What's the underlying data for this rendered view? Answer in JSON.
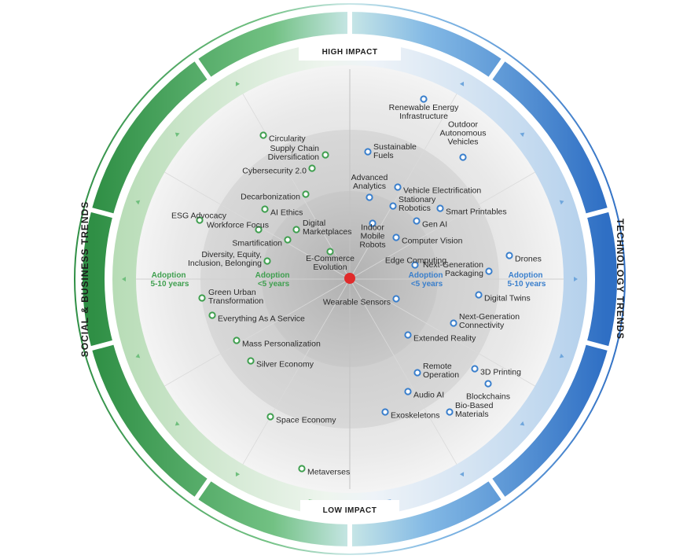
{
  "headers": {
    "high_impact": "HIGH IMPACT",
    "low_impact": "LOW IMPACT",
    "left_side": "SOCIAL & BUSINESS TRENDS",
    "right_side": "TECHNOLOGY TRENDS"
  },
  "adoption": {
    "left_outer": [
      "Adoption",
      "5-10 years"
    ],
    "left_inner": [
      "Adoption",
      "<5 years"
    ],
    "right_inner": [
      "Adoption",
      "<5 years"
    ],
    "right_outer": [
      "Adoption",
      "5-10 years"
    ]
  },
  "colors": {
    "social": "#3f9f4f",
    "technology": "#3a7fcc",
    "center": "#e02b2b"
  },
  "trends": [
    {
      "lines": [
        "Circularity"
      ],
      "category": "social"
    },
    {
      "lines": [
        "Supply Chain",
        "Diversification"
      ],
      "category": "social"
    },
    {
      "lines": [
        "Cybersecurity 2.0"
      ],
      "category": "social"
    },
    {
      "lines": [
        "Decarbonization"
      ],
      "category": "social"
    },
    {
      "lines": [
        "AI Ethics"
      ],
      "category": "social"
    },
    {
      "lines": [
        "ESG Advocacy"
      ],
      "category": "social"
    },
    {
      "lines": [
        "Workforce Focus"
      ],
      "category": "social"
    },
    {
      "lines": [
        "Digital",
        "Marketplaces"
      ],
      "category": "social"
    },
    {
      "lines": [
        "Smartification"
      ],
      "category": "social"
    },
    {
      "lines": [
        "Diversity, Equity,",
        "Inclusion, Belonging"
      ],
      "category": "social"
    },
    {
      "lines": [
        "E-Commerce",
        "Evolution"
      ],
      "category": "social"
    },
    {
      "lines": [
        "Green Urban",
        "Transformation"
      ],
      "category": "social"
    },
    {
      "lines": [
        "Everything As A Service"
      ],
      "category": "social"
    },
    {
      "lines": [
        "Mass Personalization"
      ],
      "category": "social"
    },
    {
      "lines": [
        "Silver Economy"
      ],
      "category": "social"
    },
    {
      "lines": [
        "Space Economy"
      ],
      "category": "social"
    },
    {
      "lines": [
        "Metaverses"
      ],
      "category": "social"
    },
    {
      "lines": [
        "Renewable Energy",
        "Infrastructure"
      ],
      "category": "technology"
    },
    {
      "lines": [
        "Outdoor",
        "Autonomous",
        "Vehicles"
      ],
      "category": "technology"
    },
    {
      "lines": [
        "Sustainable",
        "Fuels"
      ],
      "category": "technology"
    },
    {
      "lines": [
        "Advanced",
        "Analytics"
      ],
      "category": "technology"
    },
    {
      "lines": [
        "Vehicle Electrification"
      ],
      "category": "technology"
    },
    {
      "lines": [
        "Stationary",
        "Robotics"
      ],
      "category": "technology"
    },
    {
      "lines": [
        "Smart Printables"
      ],
      "category": "technology"
    },
    {
      "lines": [
        "Gen AI"
      ],
      "category": "technology"
    },
    {
      "lines": [
        "Indoor",
        "Mobile",
        "Robots"
      ],
      "category": "technology"
    },
    {
      "lines": [
        "Computer Vision"
      ],
      "category": "technology"
    },
    {
      "lines": [
        "Edge Computing"
      ],
      "category": "technology"
    },
    {
      "lines": [
        "Next-Generation",
        "Packaging"
      ],
      "category": "technology"
    },
    {
      "lines": [
        "Drones"
      ],
      "category": "technology"
    },
    {
      "lines": [
        "Digital Twins"
      ],
      "category": "technology"
    },
    {
      "lines": [
        "Wearable Sensors"
      ],
      "category": "technology"
    },
    {
      "lines": [
        "Next-Generation",
        "Connectivity"
      ],
      "category": "technology"
    },
    {
      "lines": [
        "Extended Reality"
      ],
      "category": "technology"
    },
    {
      "lines": [
        "Remote",
        "Operation"
      ],
      "category": "technology"
    },
    {
      "lines": [
        "3D Printing"
      ],
      "category": "technology"
    },
    {
      "lines": [
        "Blockchains"
      ],
      "category": "technology"
    },
    {
      "lines": [
        "Audio AI"
      ],
      "category": "technology"
    },
    {
      "lines": [
        "Exoskeletons"
      ],
      "category": "technology"
    },
    {
      "lines": [
        "Bio-Based",
        "Materials"
      ],
      "category": "technology"
    }
  ]
}
